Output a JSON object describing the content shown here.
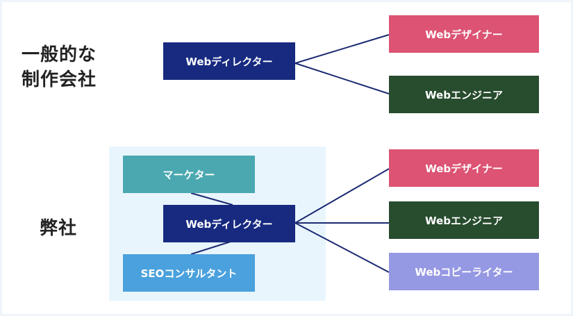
{
  "colors": {
    "director": "#172a80",
    "designer": "#dc5373",
    "engineer": "#284c2e",
    "marketer": "#4ba8b1",
    "seo": "#4aa1dd",
    "copywriter": "#9598e2",
    "line": "#1b2a72",
    "highlight": "#e9f5fd"
  },
  "general": {
    "title_line1": "一般的な",
    "title_line2": "制作会社",
    "director": "Webディレクター",
    "designer": "Webデザイナー",
    "engineer": "Webエンジニア"
  },
  "ours": {
    "title": "弊社",
    "marketer": "マーケター",
    "director": "Webディレクター",
    "seo": "SEOコンサルタント",
    "designer": "Webデザイナー",
    "engineer": "Webエンジニア",
    "copywriter": "Webコピーライター"
  }
}
